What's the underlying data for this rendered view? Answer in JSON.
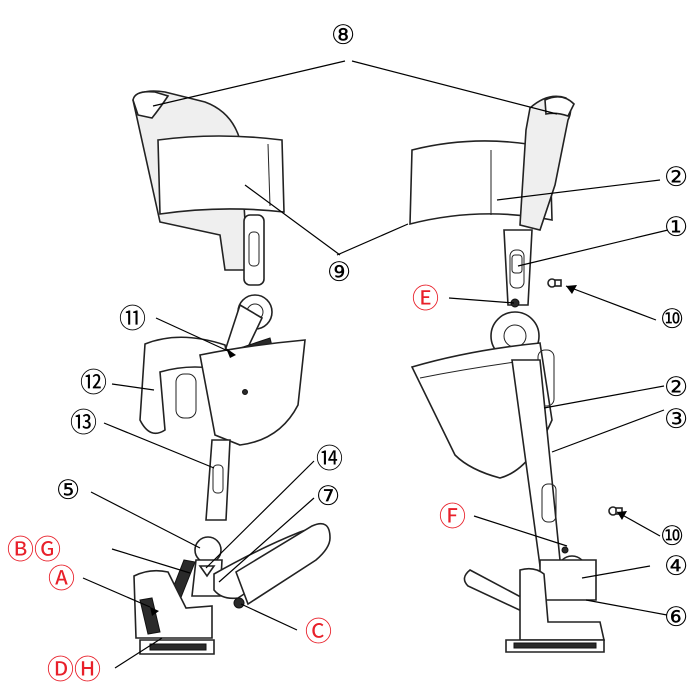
{
  "colors": {
    "black_label": "#000000",
    "red_label": "#e8202a",
    "line": "#222222"
  },
  "labels": {
    "l8": "⑧",
    "l9": "⑨",
    "l2a": "②",
    "l1": "①",
    "l10a": "⑩",
    "lE": "Ⓔ",
    "l2b": "②",
    "l3": "③",
    "l11": "⑪",
    "l12": "⑫",
    "l13": "⑬",
    "l14": "⑭",
    "l5": "⑤",
    "l7": "⑦",
    "lBG": "ⒷⒼ",
    "lA": "Ⓐ",
    "lC": "Ⓒ",
    "lDH": "ⒹⒽ",
    "lF": "Ⓕ",
    "l10b": "⑩",
    "l4": "④",
    "l6": "⑥"
  }
}
